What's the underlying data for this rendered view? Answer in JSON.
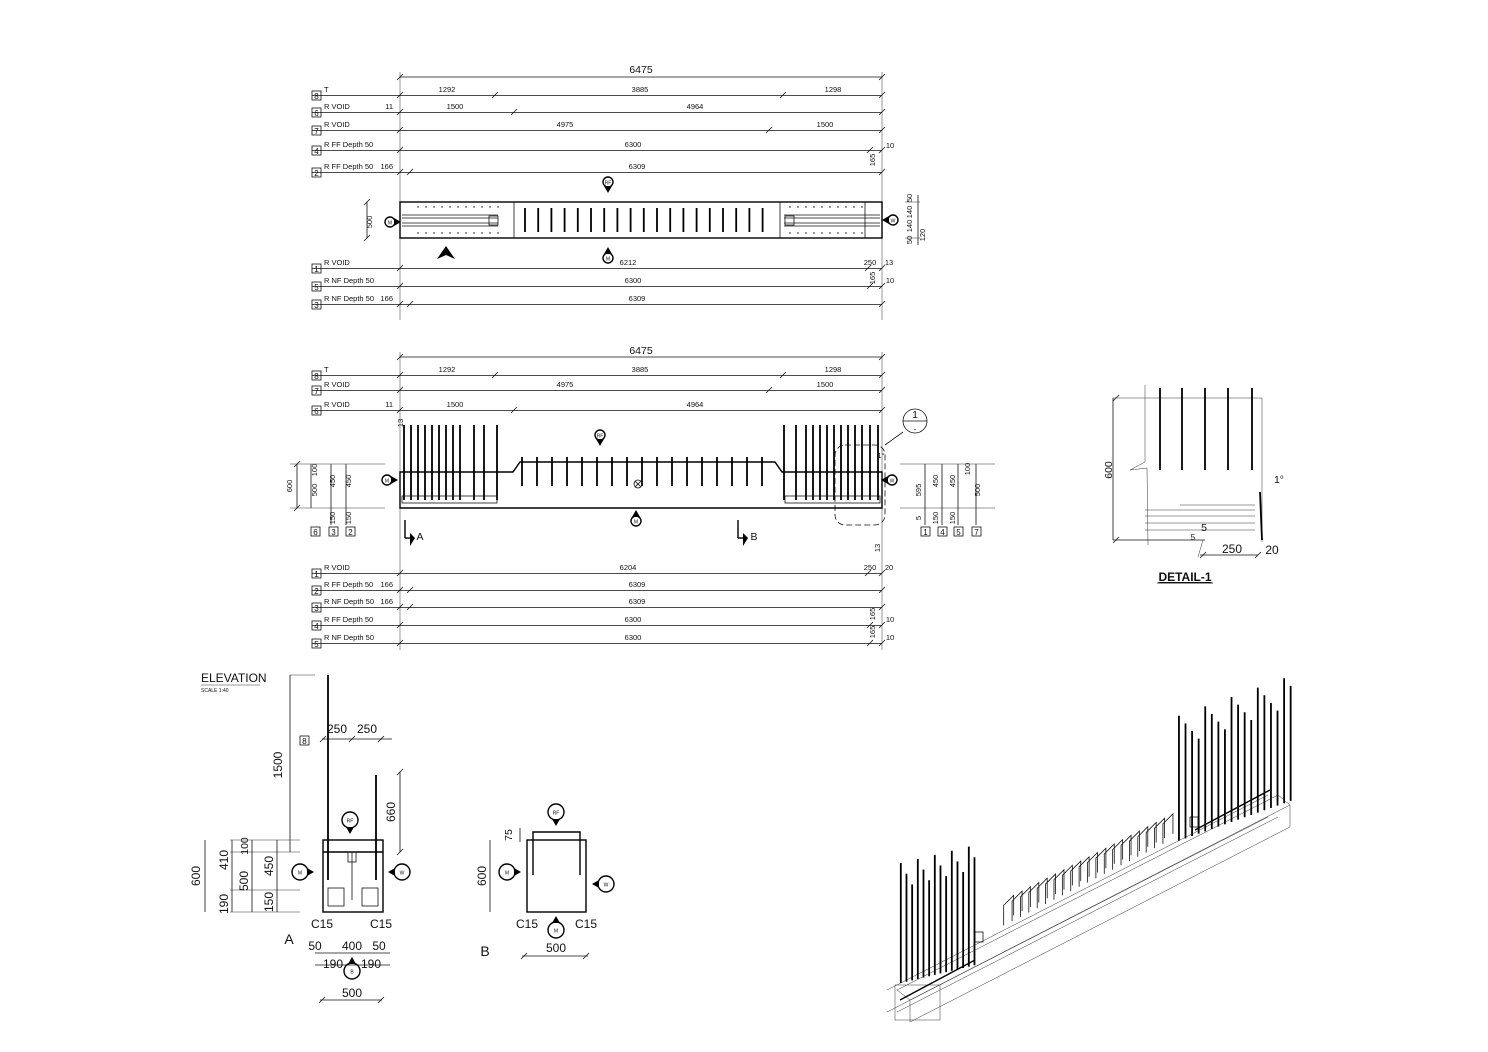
{
  "plan_view": {
    "overall": "6475",
    "rows_top": [
      {
        "num": "8",
        "label": "T",
        "lead": "",
        "dims": [
          "1292",
          "3885",
          "1298"
        ]
      },
      {
        "num": "6",
        "label": "R VOID",
        "lead": "11",
        "dims": [
          "1500",
          "4964"
        ]
      },
      {
        "num": "7",
        "label": "R VOID",
        "lead": "",
        "dims": [
          "4975",
          "1500"
        ]
      },
      {
        "num": "4",
        "label": "R FF  Depth 50",
        "lead": "",
        "dims": [
          "6300",
          "165",
          "10"
        ]
      },
      {
        "num": "2",
        "label": "R FF  Depth 50",
        "lead": "166",
        "dims": [
          "6309"
        ]
      }
    ],
    "rows_bottom": [
      {
        "num": "1",
        "label": "R VOID",
        "lead": "",
        "dims": [
          "6212",
          "250",
          "13"
        ]
      },
      {
        "num": "5",
        "label": "R NF  Depth 50",
        "lead": "",
        "dims": [
          "6300",
          "165",
          "10"
        ]
      },
      {
        "num": "3",
        "label": "R NF  Depth 50",
        "lead": "166",
        "dims": [
          "6309"
        ]
      }
    ],
    "width_dim": "500",
    "side_dims": [
      "50",
      "140",
      "140",
      "50",
      "120"
    ],
    "tags": [
      "RF",
      "M",
      "W",
      "M"
    ]
  },
  "side_view": {
    "overall": "6475",
    "rows_top": [
      {
        "num": "8",
        "label": "T",
        "lead": "",
        "dims": [
          "1292",
          "3885",
          "1298"
        ]
      },
      {
        "num": "7",
        "label": "R VOID",
        "lead": "",
        "dims": [
          "4975",
          "1500"
        ]
      },
      {
        "num": "6",
        "label": "R VOID",
        "lead": "11",
        "dims": [
          "1500",
          "4964"
        ]
      }
    ],
    "rows_bottom": [
      {
        "num": "1",
        "label": "R VOID",
        "lead": "",
        "dims": [
          "6204",
          "250",
          "20"
        ]
      },
      {
        "num": "2",
        "label": "R FF  Depth 50",
        "lead": "166",
        "dims": [
          "6309"
        ]
      },
      {
        "num": "3",
        "label": "R NF  Depth 50",
        "lead": "166",
        "dims": [
          "6309"
        ]
      },
      {
        "num": "4",
        "label": "R FF  Depth 50",
        "lead": "",
        "dims": [
          "6300",
          "165",
          "10"
        ]
      },
      {
        "num": "5",
        "label": "R NF  Depth 50",
        "lead": "",
        "dims": [
          "6300",
          "165",
          "10"
        ]
      }
    ],
    "top_small": "13",
    "right_top_small": "13",
    "left_dims": [
      "600",
      "100",
      "500",
      "450",
      "450",
      "150",
      "150"
    ],
    "left_boxes": [
      "6",
      "3",
      "2"
    ],
    "right_dims": [
      "595",
      "450",
      "450",
      "100",
      "500",
      "5",
      "150",
      "150"
    ],
    "right_boxes": [
      "1",
      "4",
      "5",
      "7"
    ],
    "section_a": "A",
    "section_b": "B",
    "detail_num": "1",
    "detail_sheet": "-",
    "angle": "1°",
    "tags": [
      "RF",
      "M",
      "W"
    ]
  },
  "elevation": {
    "title": "ELEVATION",
    "scale": "SCALE 1:40",
    "section_a": {
      "label": "A",
      "tag_box": "8",
      "dims": [
        "250",
        "250",
        "1500",
        "660",
        "600",
        "410",
        "100",
        "450",
        "500",
        "190",
        "150",
        "50",
        "400",
        "50",
        "190",
        "190",
        "500"
      ],
      "cover_labels": [
        "C15",
        "C15"
      ],
      "tags": [
        "RF",
        "M",
        "W",
        "B"
      ]
    },
    "section_b": {
      "label": "B",
      "dims": [
        "75",
        "600",
        "500"
      ],
      "cover_labels": [
        "C15",
        "C15"
      ],
      "tags": [
        "RF",
        "M",
        "W",
        "M"
      ]
    }
  },
  "detail": {
    "title": "DETAIL-1",
    "dims": [
      "600",
      "5",
      "5",
      "250",
      "20"
    ],
    "angle": "1°"
  }
}
